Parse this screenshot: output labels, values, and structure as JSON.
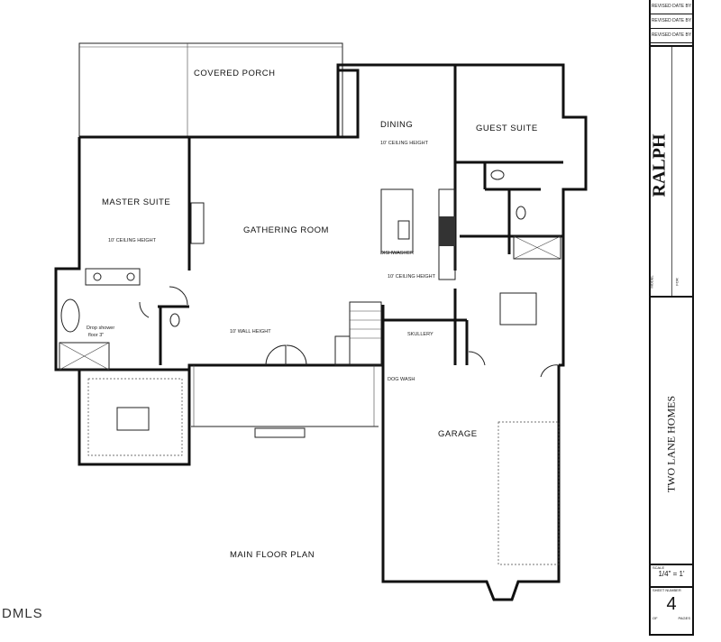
{
  "rooms": {
    "covered_porch": "COVERED PORCH",
    "dining": "DINING",
    "dining_ceiling": "10' CEILING HEIGHT",
    "guest_suite": "GUEST SUITE",
    "master_suite": "MASTER SUITE",
    "master_ceiling": "10' CEILING HEIGHT",
    "gathering_room": "GATHERING ROOM",
    "dishwasher": "DISHWASHER",
    "kitchen_ceiling": "10' CEILING HEIGHT",
    "drop_shower_1": "Drop shower",
    "drop_shower_2": "floor 3\"",
    "wall_height": "10' WALL HEIGHT",
    "skullery": "SKULLERY",
    "dog_wash": "DOG WASH",
    "garage": "GARAGE"
  },
  "plan_title": "MAIN FLOOR PLAN",
  "title_block": {
    "revisions": [
      "REVISED DATE BY",
      "REVISED DATE BY",
      "REVISED DATE BY"
    ],
    "model_label": "MODEL",
    "model": "RALPH",
    "for_label": "FOR",
    "builder": "TWO LANE HOMES",
    "scale_label": "SCALE",
    "scale": "1/4\" = 1'",
    "sheet_label": "SHEET NUMBER",
    "sheet": "4",
    "of_label": "OF",
    "pages_label": "PAGES"
  },
  "watermark": "DMLS"
}
